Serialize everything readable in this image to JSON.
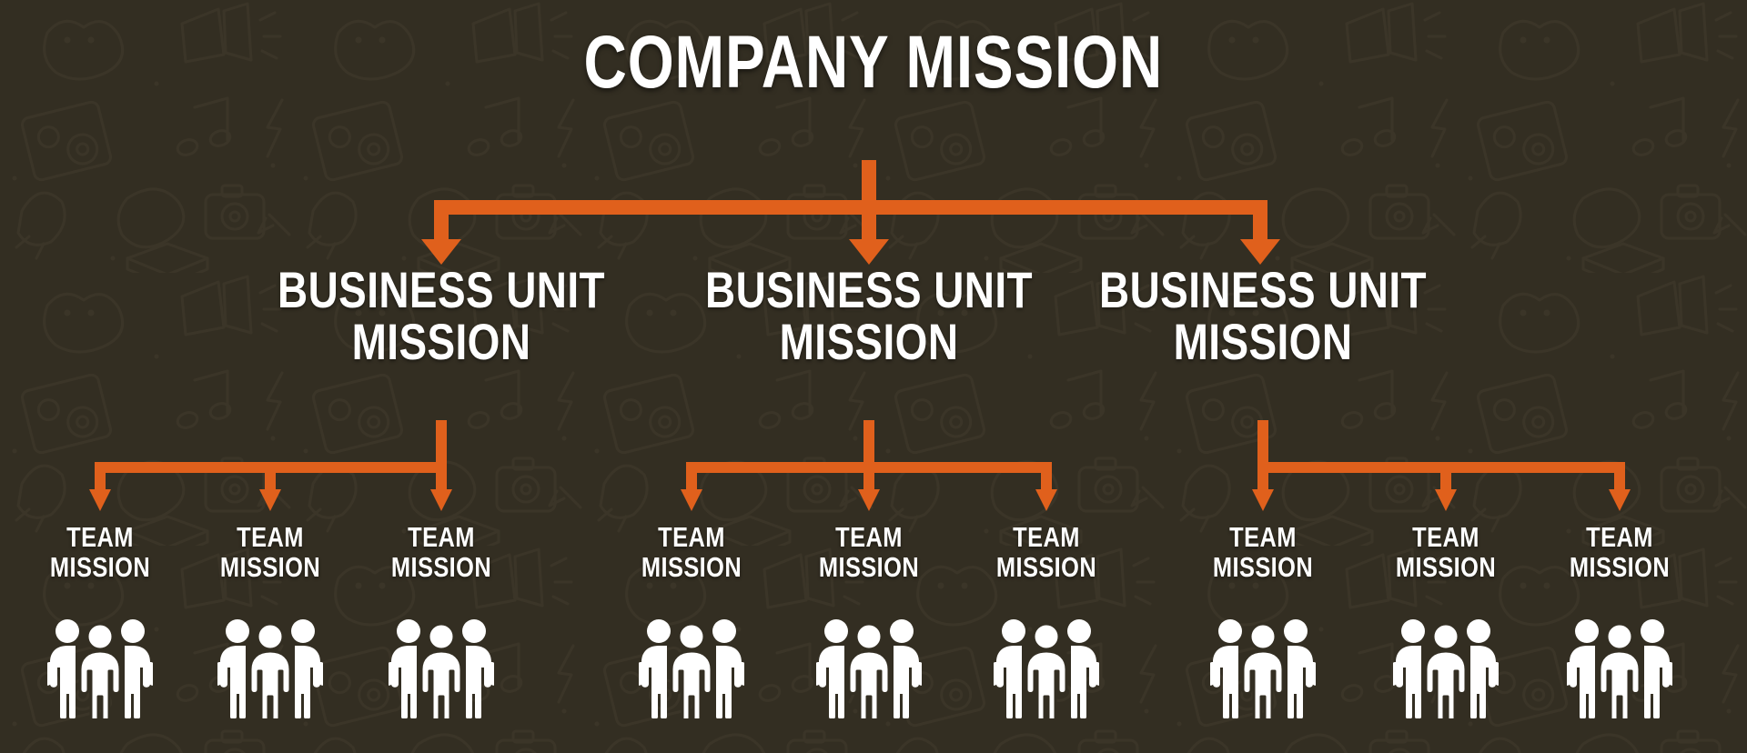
{
  "theme": {
    "background_color": "#332e22",
    "accent_color": "#e0601c",
    "text_color": "#ffffff"
  },
  "diagram": {
    "type": "organizational-hierarchy",
    "title": "COMPANY MISSION",
    "levels": 3
  },
  "root": {
    "label": "COMPANY MISSION"
  },
  "business_units": [
    {
      "line1": "BUSINESS UNIT",
      "line2": "MISSION"
    },
    {
      "line1": "BUSINESS UNIT",
      "line2": "MISSION"
    },
    {
      "line1": "BUSINESS UNIT",
      "line2": "MISSION"
    }
  ],
  "teams": [
    {
      "line1": "TEAM",
      "line2": "MISSION",
      "icon": "people-group-icon"
    },
    {
      "line1": "TEAM",
      "line2": "MISSION",
      "icon": "people-group-icon"
    },
    {
      "line1": "TEAM",
      "line2": "MISSION",
      "icon": "people-group-icon"
    },
    {
      "line1": "TEAM",
      "line2": "MISSION",
      "icon": "people-group-icon"
    },
    {
      "line1": "TEAM",
      "line2": "MISSION",
      "icon": "people-group-icon"
    },
    {
      "line1": "TEAM",
      "line2": "MISSION",
      "icon": "people-group-icon"
    },
    {
      "line1": "TEAM",
      "line2": "MISSION",
      "icon": "people-group-icon"
    },
    {
      "line1": "TEAM",
      "line2": "MISSION",
      "icon": "people-group-icon"
    },
    {
      "line1": "TEAM",
      "line2": "MISSION",
      "icon": "people-group-icon"
    }
  ]
}
